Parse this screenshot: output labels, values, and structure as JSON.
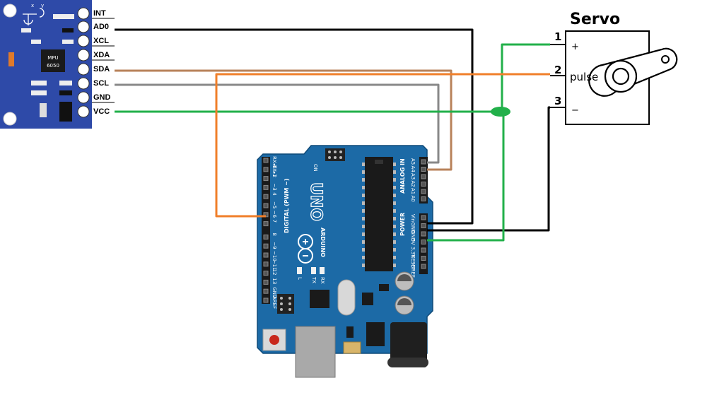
{
  "mpu": {
    "chip_line1": "MPU",
    "chip_line2": "6050",
    "axis_x": "x",
    "axis_y": "y",
    "pins": [
      "INT",
      "AD0",
      "XCL",
      "XDA",
      "SDA",
      "SCL",
      "GND",
      "VCC"
    ]
  },
  "servo": {
    "title": "Servo",
    "pin_numbers": [
      "1",
      "2",
      "3"
    ],
    "plus": "+",
    "minus": "−",
    "pulse": "pulse"
  },
  "arduino": {
    "uno": "UNO",
    "brand": "ARDUINO",
    "on_label": "ON",
    "digital_header": "DIGITAL (PWM ~)",
    "analog_header": "ANALOG IN",
    "power_header": "POWER",
    "digital_pins": [
      "RX◂0",
      "TX▸1",
      "2",
      "~3",
      "4",
      "~5",
      "~6",
      "7",
      "8",
      "~9",
      "~10",
      "~11",
      "12",
      "13",
      "GND",
      "AREF"
    ],
    "analog_pins": [
      "A5",
      "A4",
      "A3",
      "A2",
      "A1",
      "A0"
    ],
    "power_pins": [
      "Vin",
      "GND",
      "GND",
      "5V",
      "3.3V",
      "RESET",
      "IOREF"
    ],
    "led_l": "L",
    "led_tx": "TX",
    "led_rx": "RX"
  },
  "wire_colors": {
    "ad0_gnd": "#000000",
    "sda_pulse": "#f07f2a",
    "scl": "#888888",
    "vcc_5v": "#22b04a",
    "sda_brown": "#b8825a"
  }
}
